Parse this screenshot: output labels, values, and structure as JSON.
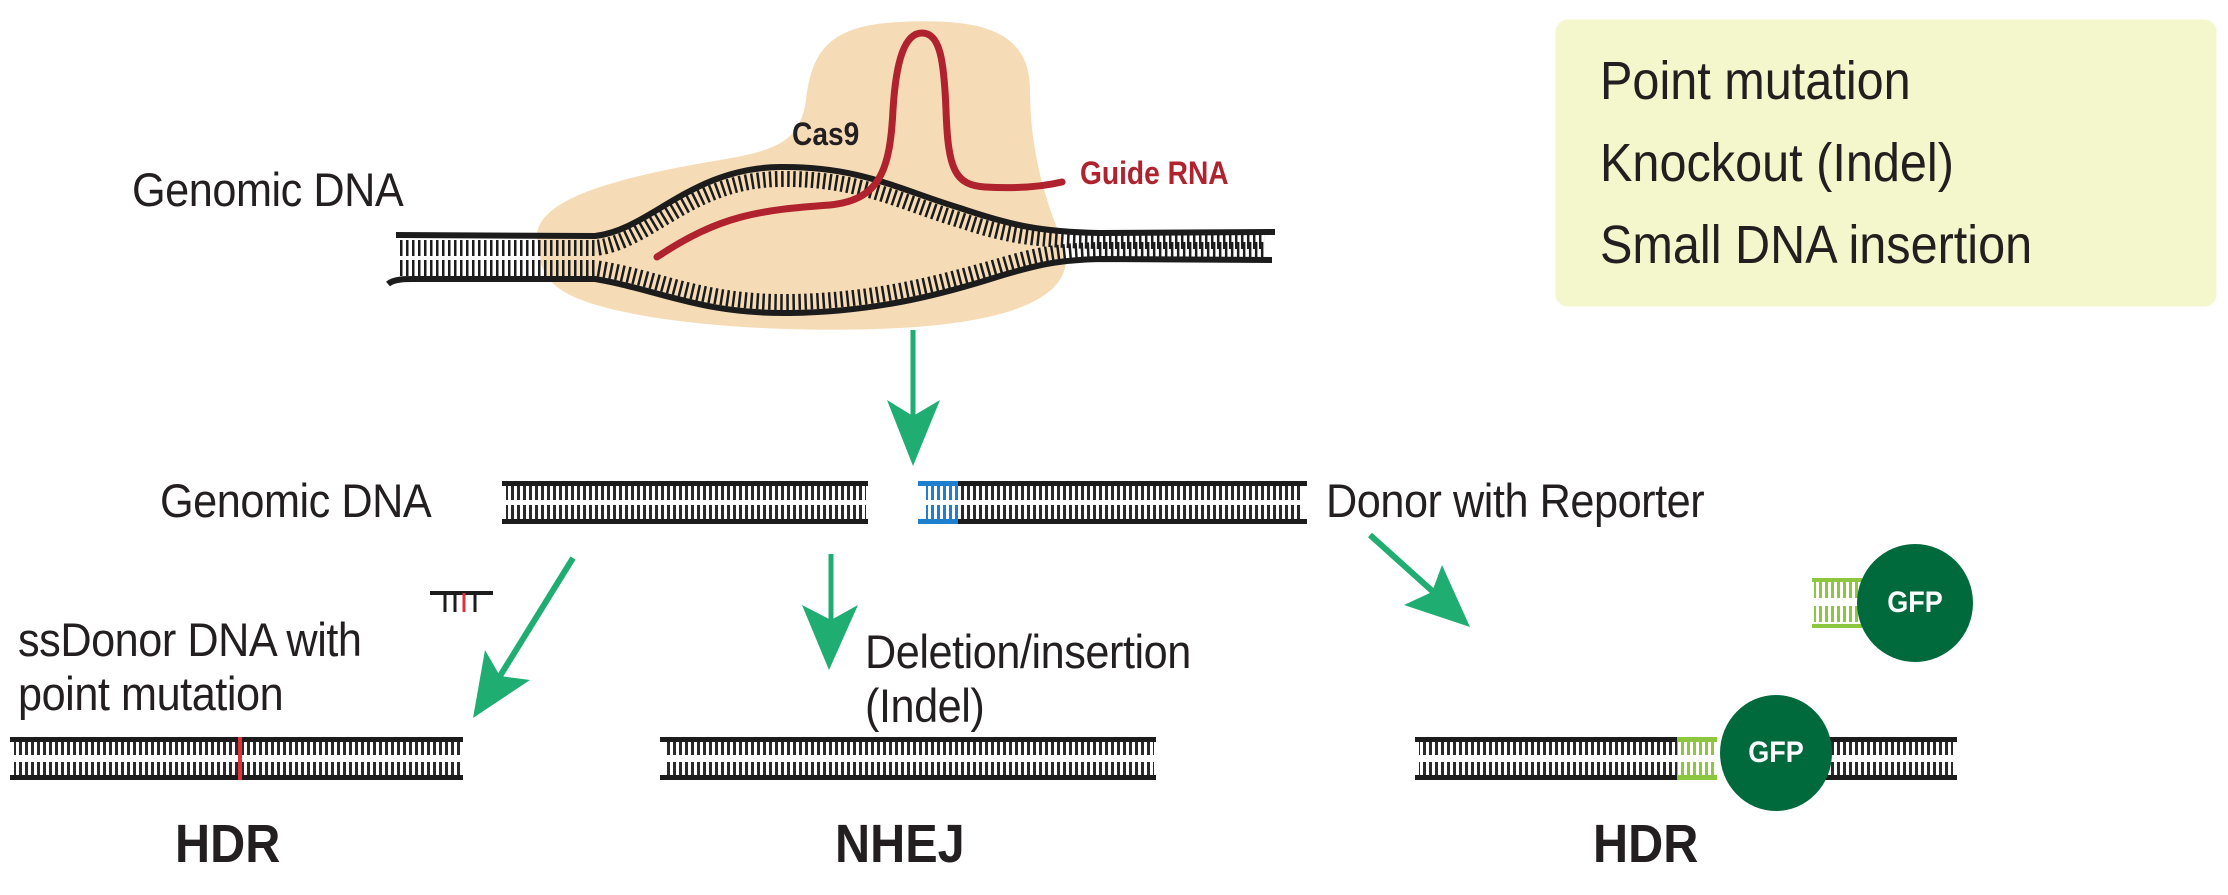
{
  "figure": {
    "title": "CRISPR/Cas9 genome editing outcomes",
    "colors": {
      "arrow_green": "#1fad72",
      "cas9_blob": "#f6dcb6",
      "guide_rna_red": "#b0222e",
      "dna_black": "#1c1c1c",
      "cut_end_blue": "#1f7fcf",
      "gfp_dark_green": "#006a3d",
      "reporter_light_green": "#8dc63f",
      "summary_box_bg": "#f4f6cb",
      "point_mutation_red": "#e0313d"
    }
  },
  "top": {
    "genomic_dna_label": "Genomic DNA",
    "cas9_label": "Cas9",
    "guide_rna_label": "Guide RNA"
  },
  "summary_box": {
    "items": [
      "Point mutation",
      "Knockout (Indel)",
      "Small DNA insertion"
    ]
  },
  "cleavage": {
    "genomic_dna_label": "Genomic DNA",
    "donor_label": "Donor with Reporter"
  },
  "outcomes": [
    {
      "id": "hdr-point",
      "description_lines": [
        "ssDonor DNA with",
        "point mutation"
      ],
      "pathway_label": "HDR"
    },
    {
      "id": "nhej",
      "description_lines": [
        "Deletion/insertion",
        "(Indel)"
      ],
      "pathway_label": "NHEJ"
    },
    {
      "id": "hdr-reporter",
      "reporter_label": "GFP",
      "integrated_reporter_label": "GFP",
      "pathway_label": "HDR"
    }
  ]
}
